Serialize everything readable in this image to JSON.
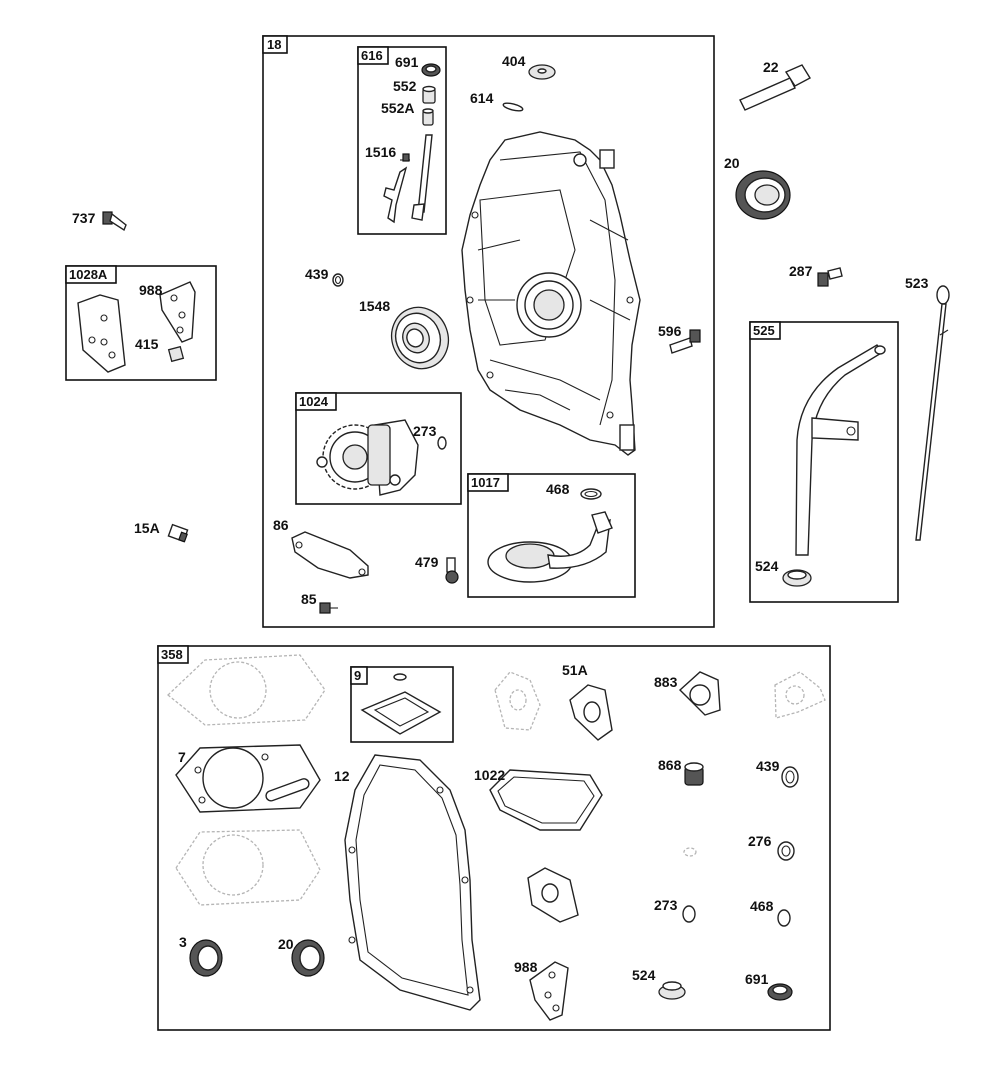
{
  "groups": {
    "g18": "18",
    "g616": "616",
    "g1028A": "1028A",
    "g1024": "1024",
    "g1017": "1017",
    "g525": "525",
    "g358": "358",
    "g9": "9"
  },
  "labels": {
    "l691a": "691",
    "l552": "552",
    "l552A": "552A",
    "l1516": "1516",
    "l404": "404",
    "l614": "614",
    "l22": "22",
    "l20a": "20",
    "l737": "737",
    "l988a": "988",
    "l415": "415",
    "l439a": "439",
    "l1548": "1548",
    "l287": "287",
    "l523": "523",
    "l596": "596",
    "l273a": "273",
    "l468a": "468",
    "l86": "86",
    "l15A": "15A",
    "l479": "479",
    "l85": "85",
    "l524a": "524",
    "l51A": "51A",
    "l883": "883",
    "l7": "7",
    "l12": "12",
    "l1022": "1022",
    "l868": "868",
    "l439b": "439",
    "l276": "276",
    "l273b": "273",
    "l468b": "468",
    "l3": "3",
    "l20b": "20",
    "l988b": "988",
    "l524b": "524",
    "l691b": "691"
  }
}
